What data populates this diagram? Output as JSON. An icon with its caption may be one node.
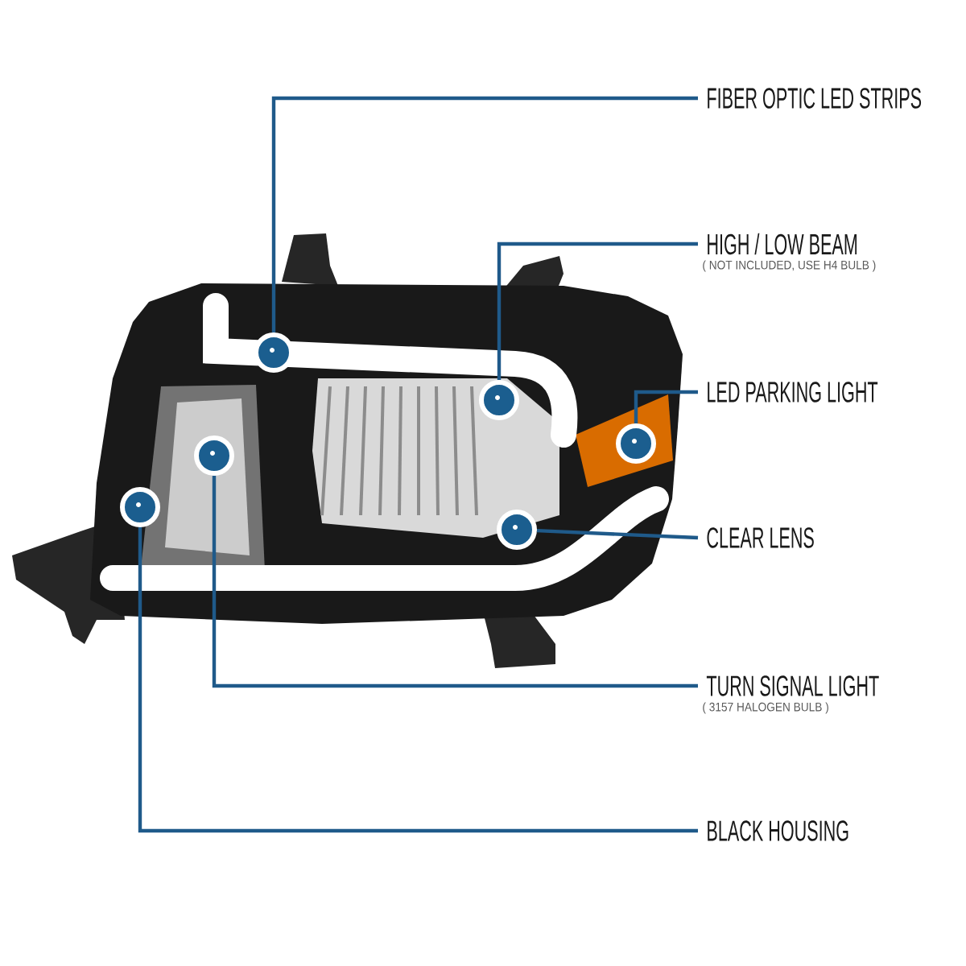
{
  "diagram": {
    "nodes": [
      {
        "text": [
          "FIBER OPTIC LED STRIPS"
        ]
      },
      {
        "text": [
          "HIGH / LOW BEAM"
        ],
        "beside": [
          "( NOT INCLUDED, USE H4 BULB )"
        ]
      },
      {
        "text": [
          "LED PARKING LIGHT"
        ]
      },
      {
        "text": [
          "CLEAR LENS"
        ]
      },
      {
        "text": [
          "TURN SIGNAL LIGHT"
        ],
        "beside": [
          "( 3157 HALOGEN BULB )"
        ]
      },
      {
        "text": [
          "BLACK HOUSING"
        ]
      },
      {
        "text": [],
        "shape": "circle"
      },
      {
        "text": [],
        "shape": "circle"
      },
      {
        "text": [],
        "shape": "circle"
      },
      {
        "text": [],
        "shape": "circle"
      },
      {
        "text": [],
        "shape": "circle"
      },
      {
        "text": [],
        "shape": "circle"
      }
    ],
    "edges": [
      {
        "from": 0,
        "to": 6,
        "arrow": "none"
      },
      {
        "from": 1,
        "to": 8,
        "arrow": "none"
      },
      {
        "from": 2,
        "to": 9,
        "arrow": "none"
      },
      {
        "from": 3,
        "to": 10,
        "arrow": "none"
      },
      {
        "from": 4,
        "to": 7,
        "arrow": "none"
      },
      {
        "from": 5,
        "to": 11,
        "arrow": "none"
      }
    ]
  }
}
